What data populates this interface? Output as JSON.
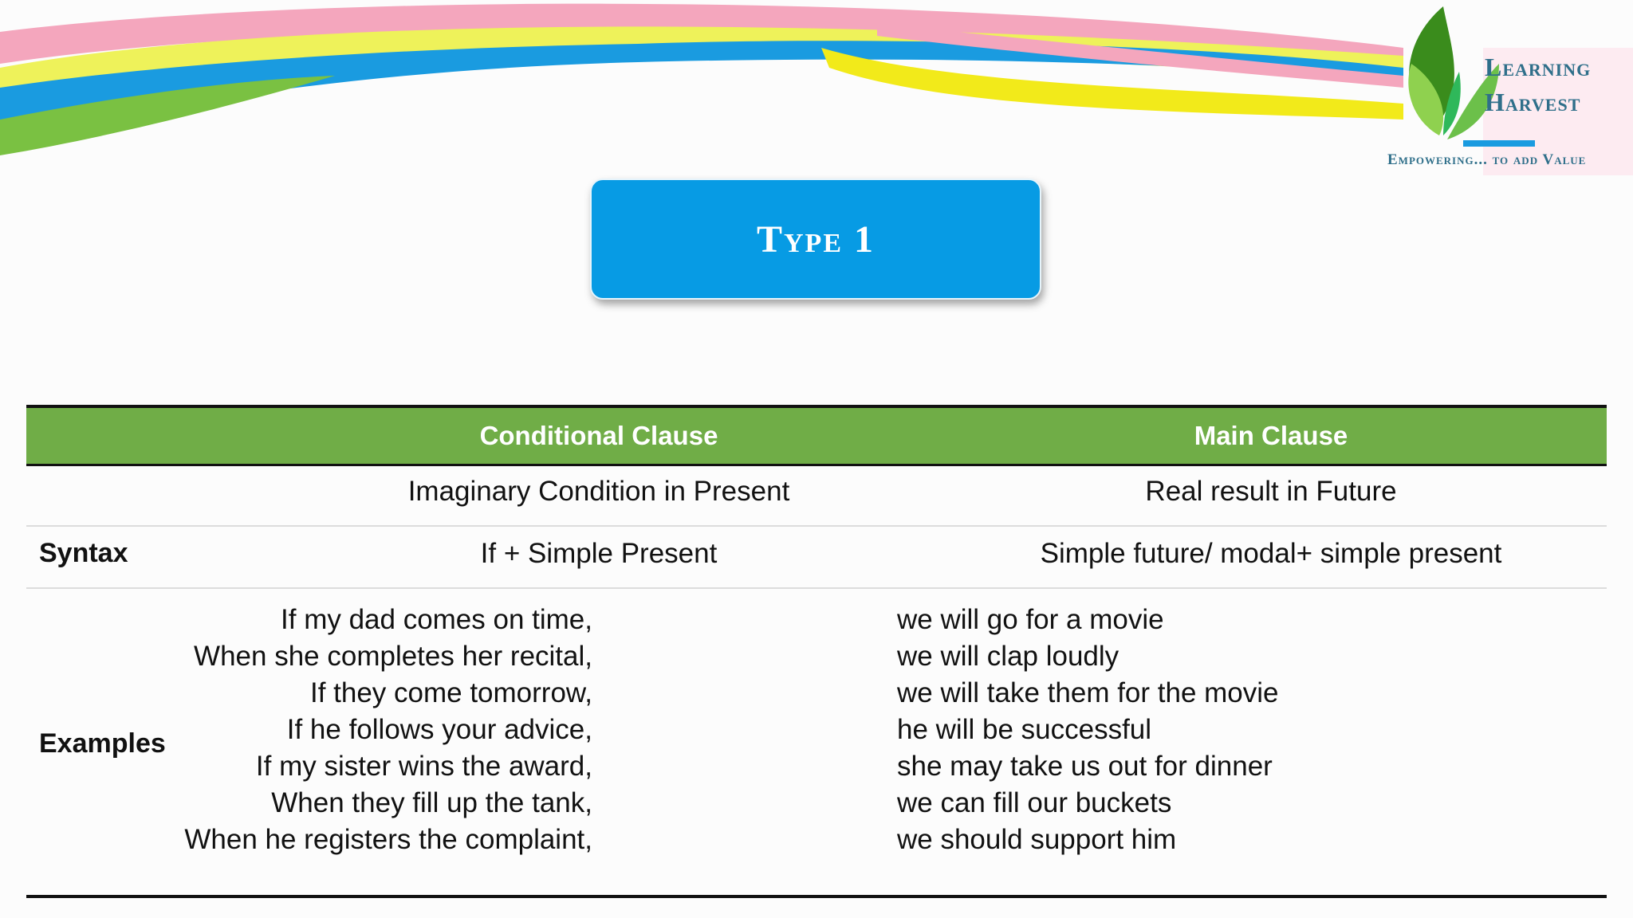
{
  "logo": {
    "word1": "Learning",
    "word2": "Harvest",
    "tagline": "Empowering... to add Value"
  },
  "title": "Type 1",
  "table": {
    "headers": [
      "Conditional Clause",
      "Main Clause"
    ],
    "meaning": {
      "left": "Imaginary Condition in Present",
      "right": "Real result in Future"
    },
    "syntax": {
      "label": "Syntax",
      "left": "If + Simple Present",
      "right": "Simple future/ modal+ simple present"
    },
    "examples": {
      "label": "Examples",
      "conditions": [
        "If my dad comes on time,",
        "When she completes her recital,",
        "If they come tomorrow,",
        "If he follows your advice,",
        "If my sister wins the award,",
        "When they fill up the tank,",
        "When he registers the complaint,"
      ],
      "results": [
        "we will go for a movie",
        "we will clap loudly",
        "we will take them for the movie",
        "he will be successful",
        "she may take us out for dinner",
        "we can fill our buckets",
        "we should support him"
      ]
    }
  },
  "colors": {
    "title_box": "#079be4",
    "header_row": "#70ad47",
    "logo_text": "#2f6f8a"
  }
}
